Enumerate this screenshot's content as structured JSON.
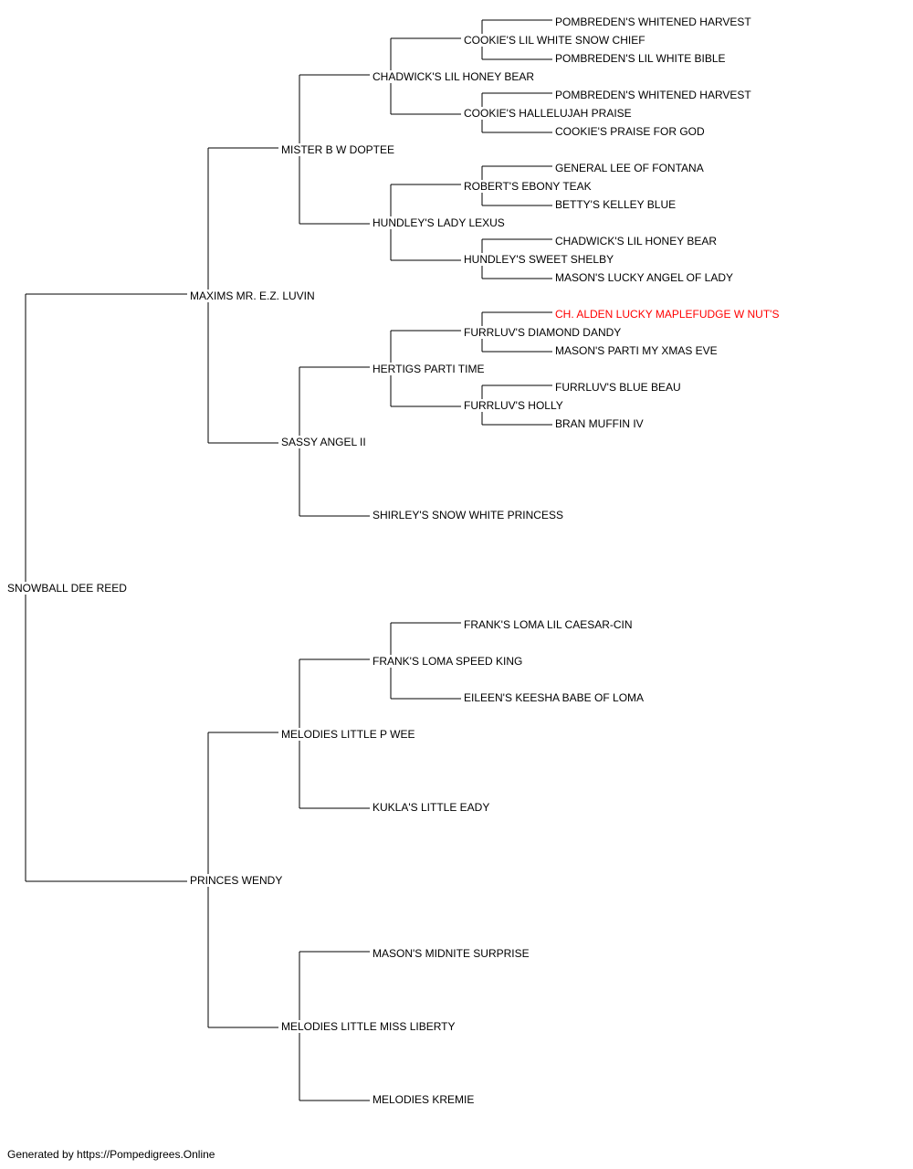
{
  "pedigree": {
    "subject": "SNOWBALL DEE REED",
    "sire": "MAXIMS MR. E.Z. LUVIN",
    "dam": "PRINCES WENDY",
    "sire_sire": "MISTER B W DOPTEE",
    "sire_dam": "SASSY ANGEL II",
    "dam_sire": "MELODIES LITTLE P WEE",
    "dam_dam": "MELODIES LITTLE MISS LIBERTY",
    "sss": "CHADWICK'S LIL HONEY BEAR",
    "ssd": "HUNDLEY'S LADY LEXUS",
    "sds": "HERTIGS PARTI TIME",
    "sdd": "SHIRLEY'S SNOW WHITE PRINCESS",
    "dss": "FRANK'S LOMA SPEED KING",
    "dsd": "KUKLA'S LITTLE EADY",
    "dds": "MASON'S MIDNITE SURPRISE",
    "ddd": "MELODIES KREMIE",
    "ssss": "COOKIE'S LIL WHITE SNOW CHIEF",
    "sssd": "COOKIE'S HALLELUJAH PRAISE",
    "ssds": "ROBERT'S EBONY TEAK",
    "ssdd": "HUNDLEY'S SWEET SHELBY",
    "sdss": "FURRLUV'S DIAMOND DANDY",
    "sdsd": "FURRLUV'S HOLLY",
    "dsss": "FRANK'S LOMA LIL CAESAR-CIN",
    "dssd": "EILEEN'S KEESHA BABE OF LOMA",
    "sssss": "POMBREDEN'S WHITENED HARVEST",
    "ssssd": "POMBREDEN'S LIL WHITE BIBLE",
    "sssds": "POMBREDEN'S WHITENED HARVEST",
    "sssdd": "COOKIE'S PRAISE FOR GOD",
    "ssdss": "GENERAL LEE OF FONTANA",
    "ssdsd": "BETTY'S KELLEY BLUE",
    "ssdds": "CHADWICK'S LIL HONEY BEAR",
    "ssddd": "MASON'S LUCKY ANGEL OF LADY",
    "sdsss": "CH. ALDEN LUCKY MAPLEFUDGE W NUT'S",
    "sdssd": "MASON'S PARTI MY XMAS EVE",
    "sdsds": "FURRLUV'S BLUE BEAU",
    "sdsdd": "BRAN MUFFIN IV"
  },
  "footer": "Generated by https://Pompedigrees.Online",
  "colors": {
    "text": "#000000",
    "lines": "#000000",
    "highlight": "#ff0000"
  }
}
